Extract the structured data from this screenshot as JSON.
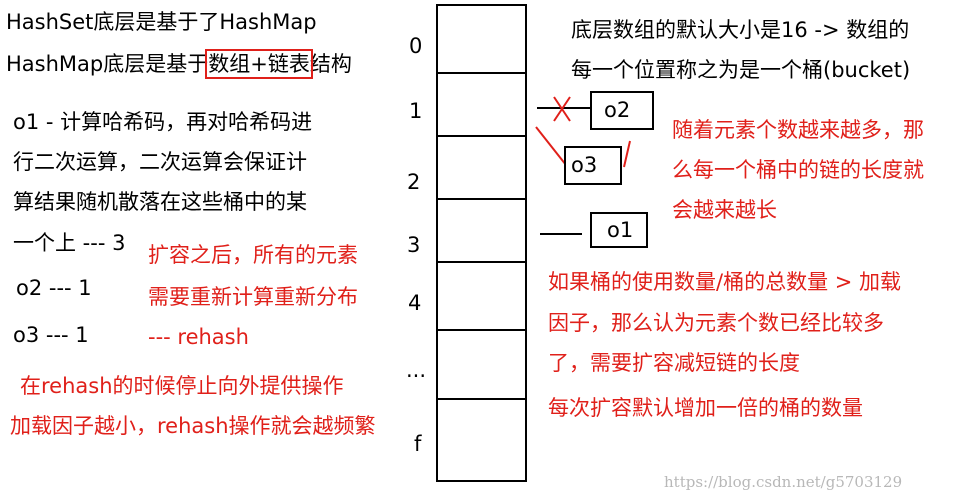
{
  "left": {
    "line1": "HashSet底层是基于了HashMap",
    "line2_pre": "HashMap底层是基于",
    "line2_highlight": "数组+链表",
    "line2_post": "结构",
    "o1_lines": [
      "o1 - 计算哈希码，再对哈希码进",
      "行二次运算，二次运算会保证计",
      "算结果随机散落在这些桶中的某",
      "一个上 --- 3"
    ],
    "o2": "o2  --- 1",
    "o3": "o3 --- 1",
    "rehash_lines": [
      "扩容之后，所有的元素",
      "需要重新计算重新分布",
      "--- rehash"
    ],
    "stop_lines": [
      "在rehash的时候停止向外提供操作",
      "加载因子越小，rehash操作就会越频繁"
    ]
  },
  "array": {
    "indices": [
      "0",
      "1",
      "2",
      "3",
      "4",
      "...",
      "f"
    ]
  },
  "nodes": {
    "o1": "o1",
    "o2": "o2",
    "o3": "o3"
  },
  "right": {
    "top_lines": [
      "底层数组的默认大小是16 -> 数组的",
      "每一个位置称之为是一个桶(bucket)"
    ],
    "chain_lines": [
      "随着元素个数越来越多，那",
      "么每一个桶中的链的长度就",
      "会越来越长"
    ],
    "load_lines": [
      "如果桶的使用数量/桶的总数量 > 加载",
      "因子，那么认为元素个数已经比较多",
      "了，需要扩容减短链的长度",
      "每次扩容默认增加一倍的桶的数量"
    ]
  },
  "watermark": "https://blog.csdn.net/g5703129",
  "colors": {
    "accent": "#e0201a",
    "text": "#000000"
  }
}
